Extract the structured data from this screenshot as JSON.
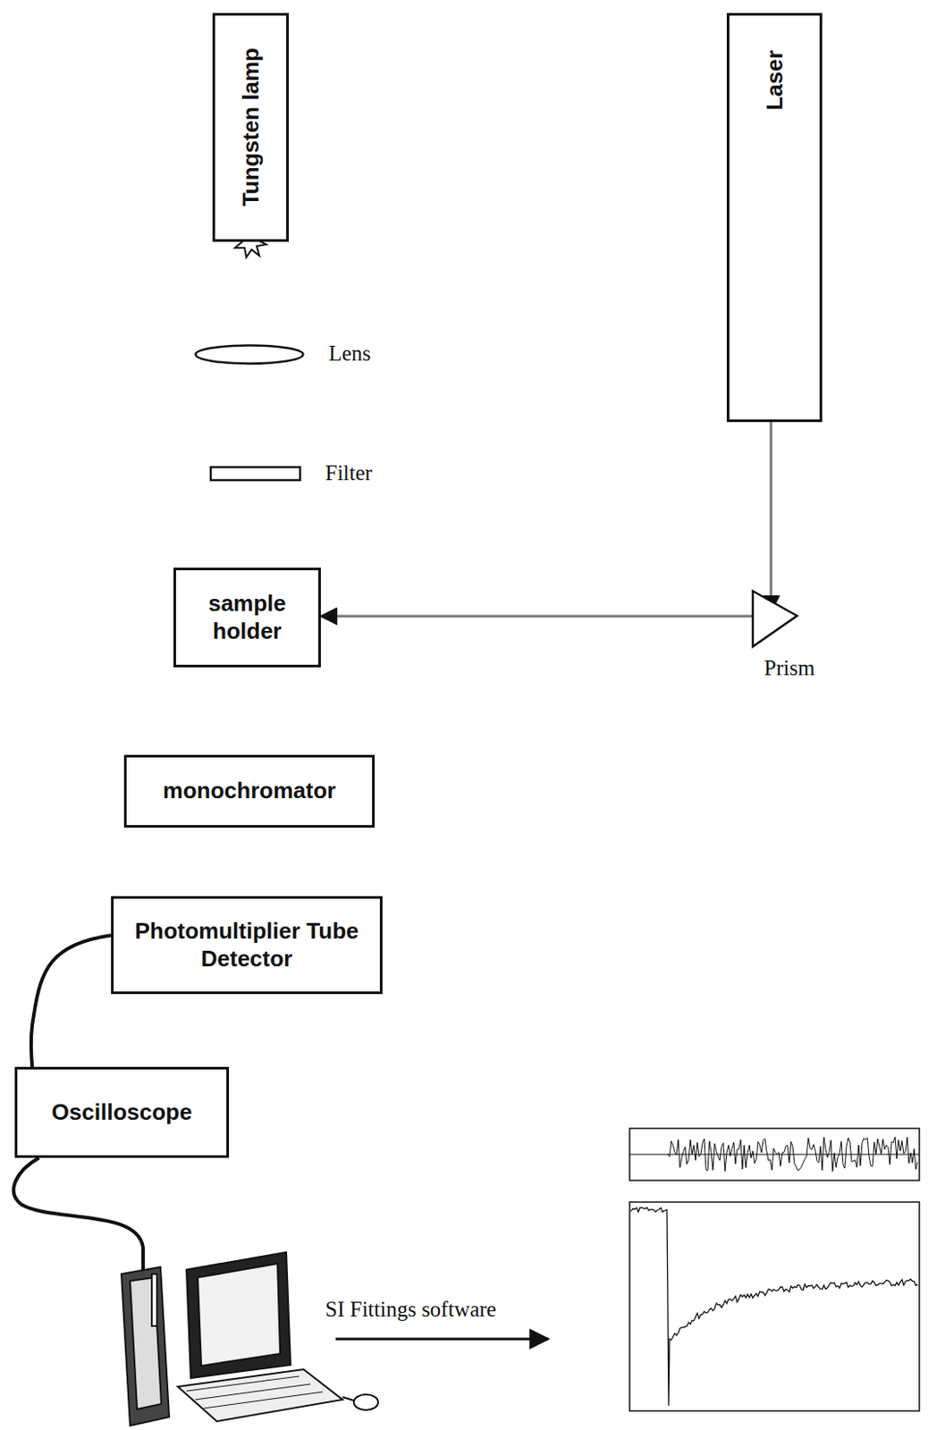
{
  "diagram": {
    "nodes": [
      {
        "text": [
          "Tungsten lamp"
        ]
      },
      {
        "text": [
          "Laser"
        ]
      },
      {
        "text": [
          "Lens"
        ]
      },
      {
        "text": [
          "Filter"
        ]
      },
      {
        "text": [
          "sample holder"
        ]
      },
      {
        "text": [
          "Prism"
        ]
      },
      {
        "text": [
          "monochromator"
        ]
      },
      {
        "text": [
          "Photomultiplier Tube Detector"
        ]
      },
      {
        "text": [
          "Oscilloscope"
        ]
      }
    ],
    "edges": [
      {
        "from": 1,
        "to": 5,
        "arrow": "to"
      },
      {
        "from": 5,
        "to": 4,
        "arrow": "to"
      },
      {
        "from": 7,
        "to": 8,
        "arrow": "none"
      }
    ],
    "labels": [
      "SI Fittings software"
    ]
  }
}
